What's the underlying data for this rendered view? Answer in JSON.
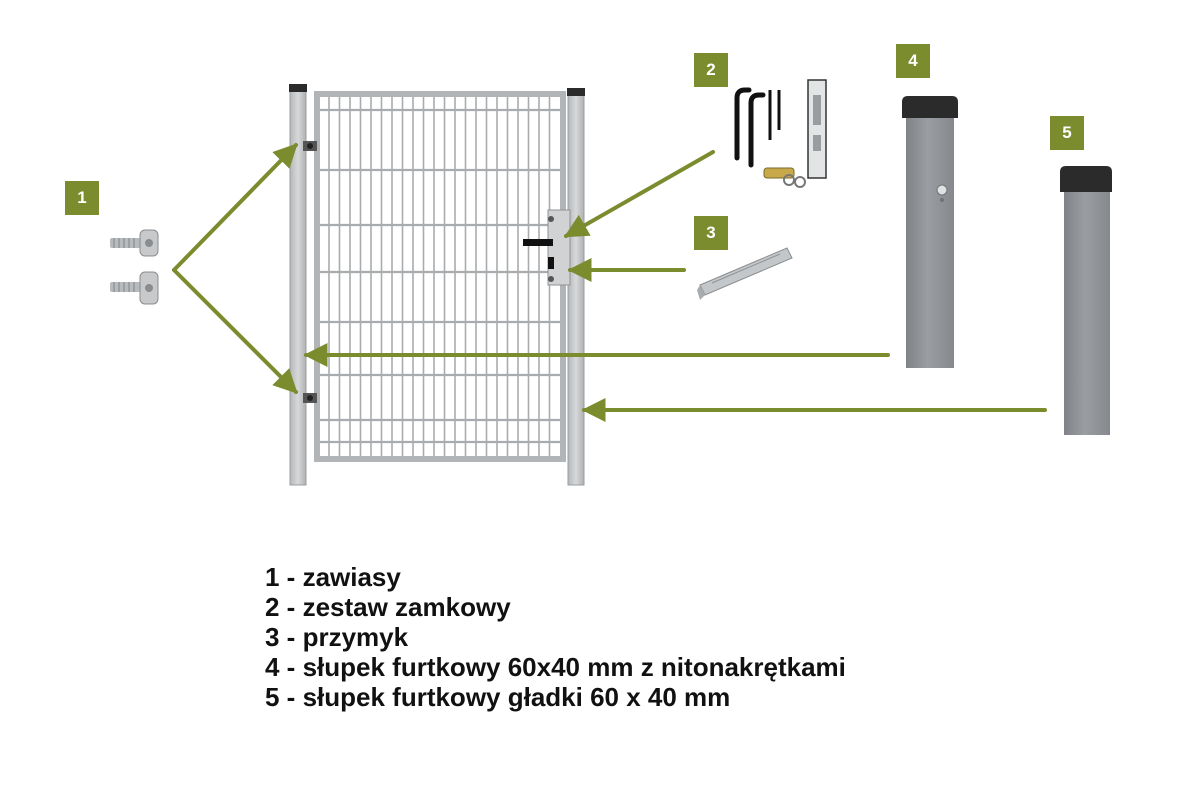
{
  "colors": {
    "accent": "#7a8c2e",
    "galvanized": "#c3c6c8",
    "post_gray": "#8e9296",
    "cap": "#2b2b2b",
    "text": "#111111"
  },
  "badges": [
    {
      "id": "1",
      "label": "1"
    },
    {
      "id": "2",
      "label": "2"
    },
    {
      "id": "3",
      "label": "3"
    },
    {
      "id": "4",
      "label": "4"
    },
    {
      "id": "5",
      "label": "5"
    }
  ],
  "legend": [
    "1 - zawiasy",
    "2 - zestaw zamkowy",
    "3 - przymyk",
    "4 - słupek furtkowy 60x40 mm z nitonakrętkami",
    "5 - słupek furtkowy gładki 60 x 40 mm"
  ],
  "icons": [
    "hinge-icon",
    "handle-icon",
    "lock-cylinder-icon",
    "latch-plate-icon",
    "post-icon"
  ]
}
